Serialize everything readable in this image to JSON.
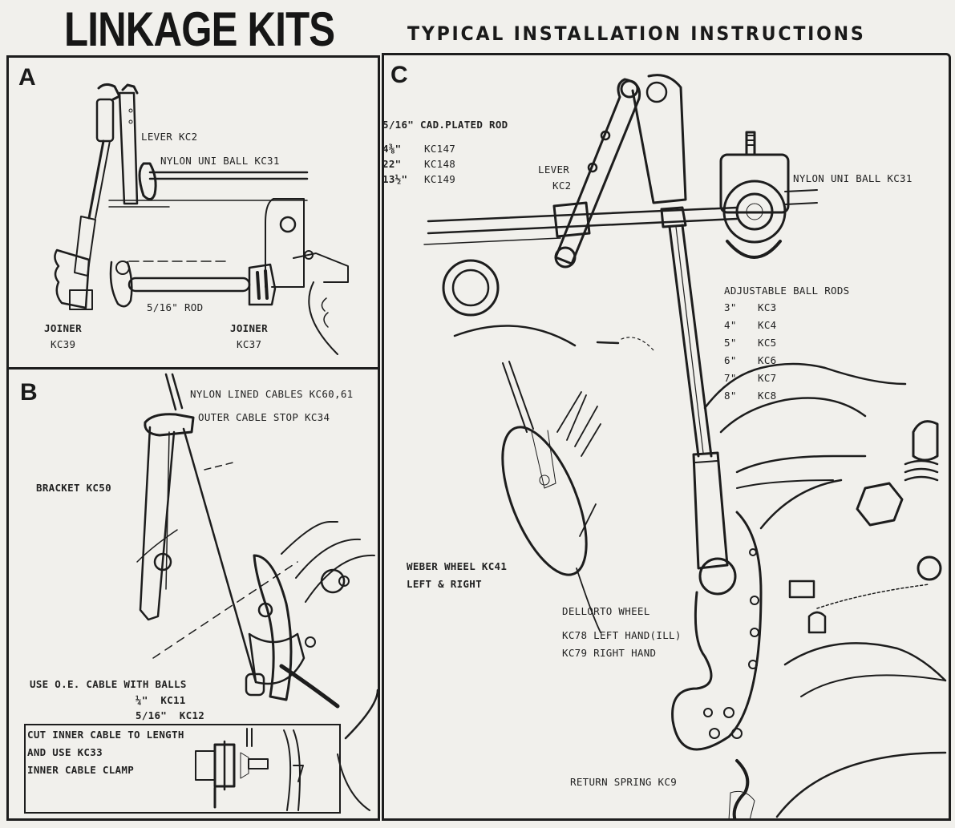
{
  "header": {
    "title": "LINKAGE KITS",
    "subtitle": "TYPICAL INSTALLATION INSTRUCTIONS"
  },
  "panels": {
    "a": {
      "letter": "A",
      "labels": {
        "lever": "LEVER KC2",
        "uni_ball": "NYLON UNI BALL KC31",
        "rod": "5/16\" ROD",
        "joiner_left_name": "JOINER",
        "joiner_left_code": "KC39",
        "joiner_right_name": "JOINER",
        "joiner_right_code": "KC37"
      }
    },
    "b": {
      "letter": "B",
      "labels": {
        "cables": "NYLON LINED CABLES KC60,61",
        "cable_stop": "OUTER CABLE STOP  KC34",
        "bracket": "BRACKET  KC50",
        "oe_cable": "USE O.E. CABLE WITH BALLS",
        "oe_sizes": [
          {
            "size": "¼\"",
            "code": "KC11"
          },
          {
            "size": "5/16\"",
            "code": "KC12"
          }
        ]
      },
      "inset": {
        "lines": [
          "CUT INNER CABLE TO LENGTH",
          "AND USE KC33",
          "INNER CABLE CLAMP"
        ]
      }
    },
    "c": {
      "letter": "C",
      "rod_heading": "5/16\" CAD.PLATED ROD",
      "rods": [
        {
          "length": "4⅜\"",
          "code": "KC147"
        },
        {
          "length": "22\"",
          "code": "KC148"
        },
        {
          "length": "13½\"",
          "code": "KC149"
        }
      ],
      "lever_name": "LEVER",
      "lever_code": "KC2",
      "uni_ball": "NYLON UNI BALL KC31",
      "ball_rods_heading": "ADJUSTABLE BALL RODS",
      "ball_rods": [
        {
          "length": "3\"",
          "code": "KC3"
        },
        {
          "length": "4\"",
          "code": "KC4"
        },
        {
          "length": "5\"",
          "code": "KC5"
        },
        {
          "length": "6\"",
          "code": "KC6"
        },
        {
          "length": "7\"",
          "code": "KC7"
        },
        {
          "length": "8\"",
          "code": "KC8"
        }
      ],
      "weber_line1": "WEBER WHEEL  KC41",
      "weber_line2": "LEFT & RIGHT",
      "dellorto_heading": "DELLORTO WHEEL",
      "dellorto_left": "KC78 LEFT HAND(ILL)",
      "dellorto_right": "KC79 RIGHT HAND",
      "return_spring": "RETURN SPRING  KC9"
    }
  }
}
